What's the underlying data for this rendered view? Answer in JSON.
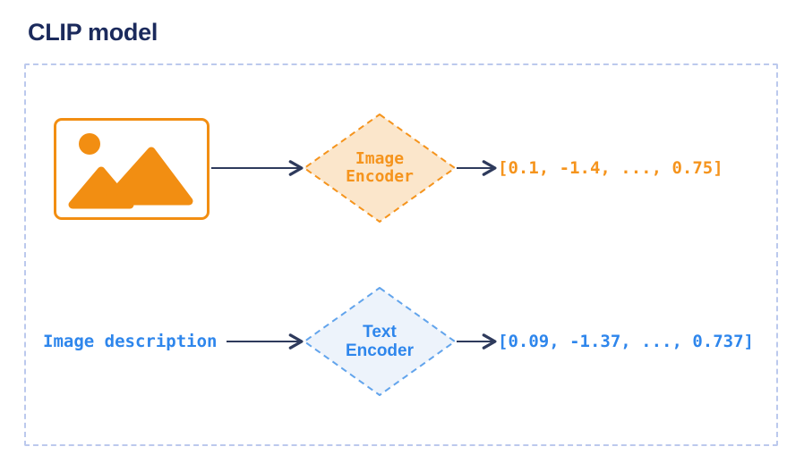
{
  "title": "CLIP model",
  "colors": {
    "title_navy": "#1B2A5C",
    "arrow_navy": "#2E3A5C",
    "orange": "#F28E12",
    "orange_text": "#F5941D",
    "orange_diamond_fill": "#FBE6CB",
    "blue_text": "#2E86EC",
    "blue_diamond_border": "#62A4EC",
    "blue_diamond_fill": "#EDF3FB",
    "container_border": "#BCC9ED"
  },
  "rows": {
    "image": {
      "input_icon": "image-icon",
      "encoder": {
        "line1": "Image",
        "line2": "Encoder"
      },
      "output_vector": "[0.1, -1.4, ..., 0.75]"
    },
    "text": {
      "input_label": "Image description",
      "encoder": {
        "line1": "Text",
        "line2": "Encoder"
      },
      "output_vector": "[0.09, -1.37, ..., 0.737]"
    }
  }
}
